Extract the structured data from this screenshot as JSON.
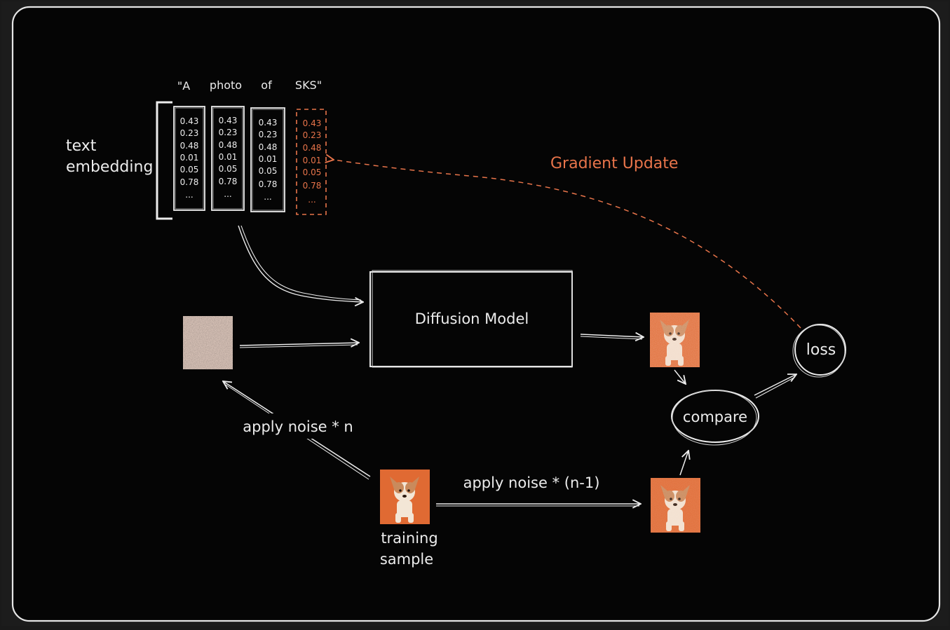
{
  "colors": {
    "background": "#050505",
    "frame": "#e6e6e6",
    "ink": "#ececec",
    "accent": "#e8744a",
    "dog_orange": "#e06a33",
    "noise_tone": "#8a7468"
  },
  "prompt_tokens": [
    "\"A",
    "photo",
    "of",
    "SKS\""
  ],
  "embedding": {
    "label_line1": "text",
    "label_line2": "embedding",
    "columns": [
      {
        "values": [
          "0.43",
          "0.23",
          "0.48",
          "0.01",
          "0.05",
          "0.78",
          "..."
        ],
        "highlighted": false
      },
      {
        "values": [
          "0.43",
          "0.23",
          "0.48",
          "0.01",
          "0.05",
          "0.78",
          "..."
        ],
        "highlighted": false
      },
      {
        "values": [
          "0.43",
          "0.23",
          "0.48",
          "0.01",
          "0.05",
          "0.78",
          "..."
        ],
        "highlighted": false
      },
      {
        "values": [
          "0.43",
          "0.23",
          "0.48",
          "0.01",
          "0.05",
          "0.78",
          "..."
        ],
        "highlighted": true
      }
    ]
  },
  "gradient_update_label": "Gradient Update",
  "diffusion_model_label": "Diffusion Model",
  "apply_noise_n_label": "apply noise * n",
  "apply_noise_n1_label": "apply noise * (n-1)",
  "training_sample_line1": "training",
  "training_sample_line2": "sample",
  "compare_label": "compare",
  "loss_label": "loss"
}
